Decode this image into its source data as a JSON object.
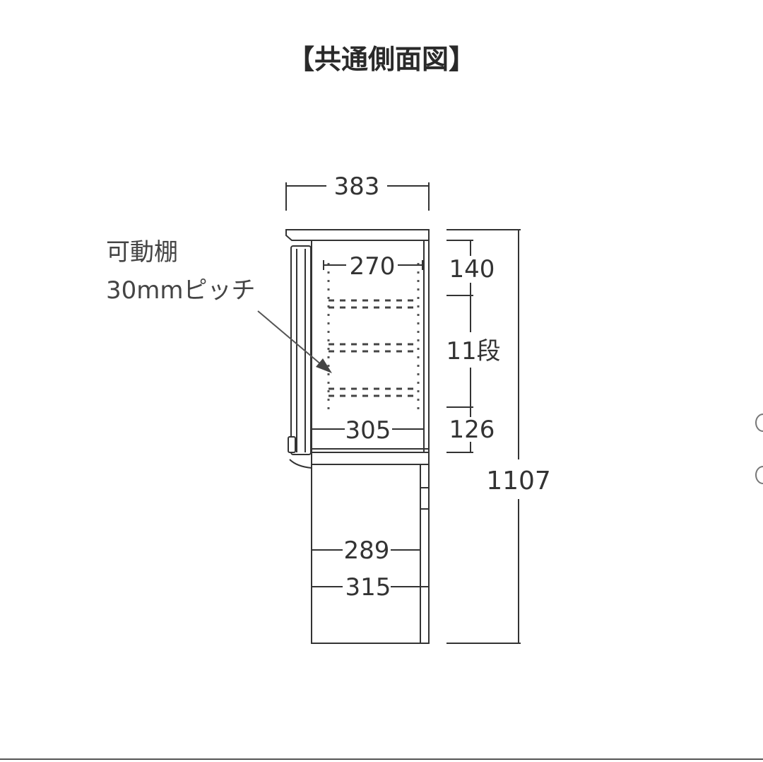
{
  "title": "【共通側面図】",
  "annotation": {
    "line1": "可動棚",
    "line2": "30mmピッチ"
  },
  "dimensions": {
    "total_depth": "383",
    "upper_inner_top": "270",
    "upper_inner_bottom": "305",
    "top_gap": "140",
    "shelf_count": "11段",
    "bottom_gap": "126",
    "total_height": "1107",
    "lower_inner": "289",
    "lower_depth": "315"
  }
}
